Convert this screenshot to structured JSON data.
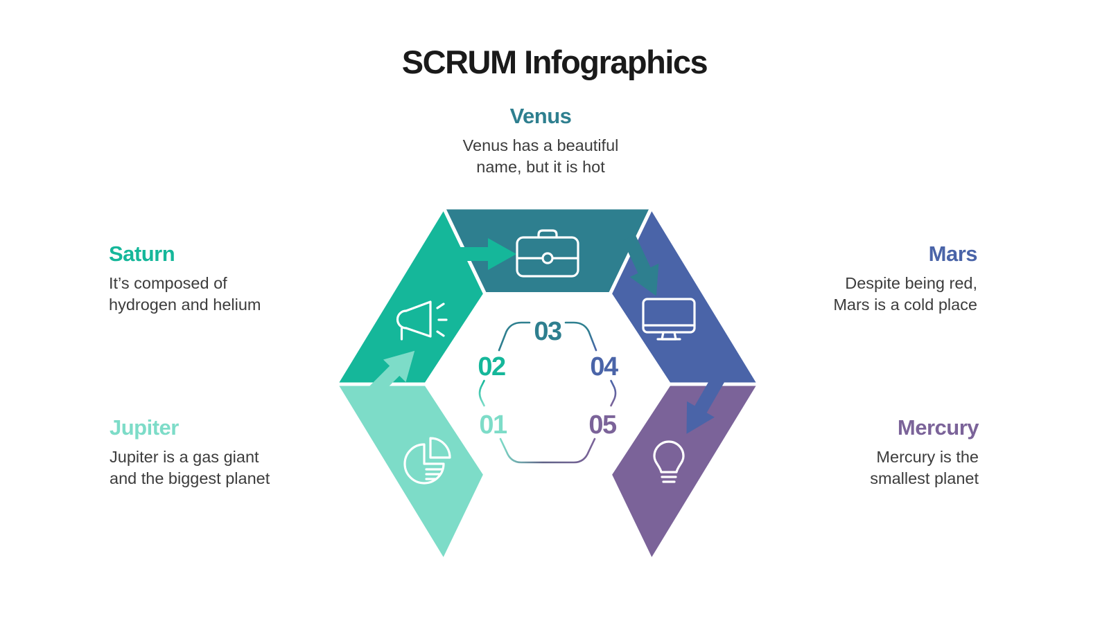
{
  "title": "SCRUM Infographics",
  "steps": [
    {
      "number": "01",
      "planet": "Jupiter",
      "color": "#7DDCC8",
      "icon": "pie-chart-icon",
      "line1": "Jupiter is a gas giant",
      "line2": "and the biggest planet"
    },
    {
      "number": "02",
      "planet": "Saturn",
      "color": "#15B79A",
      "icon": "megaphone-icon",
      "line1": "It’s composed of",
      "line2": "hydrogen and helium"
    },
    {
      "number": "03",
      "planet": "Venus",
      "color": "#2E7F8F",
      "icon": "briefcase-icon",
      "line1": "Venus has a beautiful",
      "line2": "name, but it is hot"
    },
    {
      "number": "04",
      "planet": "Mars",
      "color": "#4A64A8",
      "icon": "monitor-icon",
      "line1": "Despite being red,",
      "line2": "Mars is a cold place"
    },
    {
      "number": "05",
      "planet": "Mercury",
      "color": "#7B6399",
      "icon": "lightbulb-icon",
      "line1": "Mercury is the",
      "line2": "smallest planet"
    }
  ],
  "colors": {
    "background": "#FFFFFF",
    "title_text": "#1A1A1A",
    "body_text": "#3C3C3C"
  }
}
